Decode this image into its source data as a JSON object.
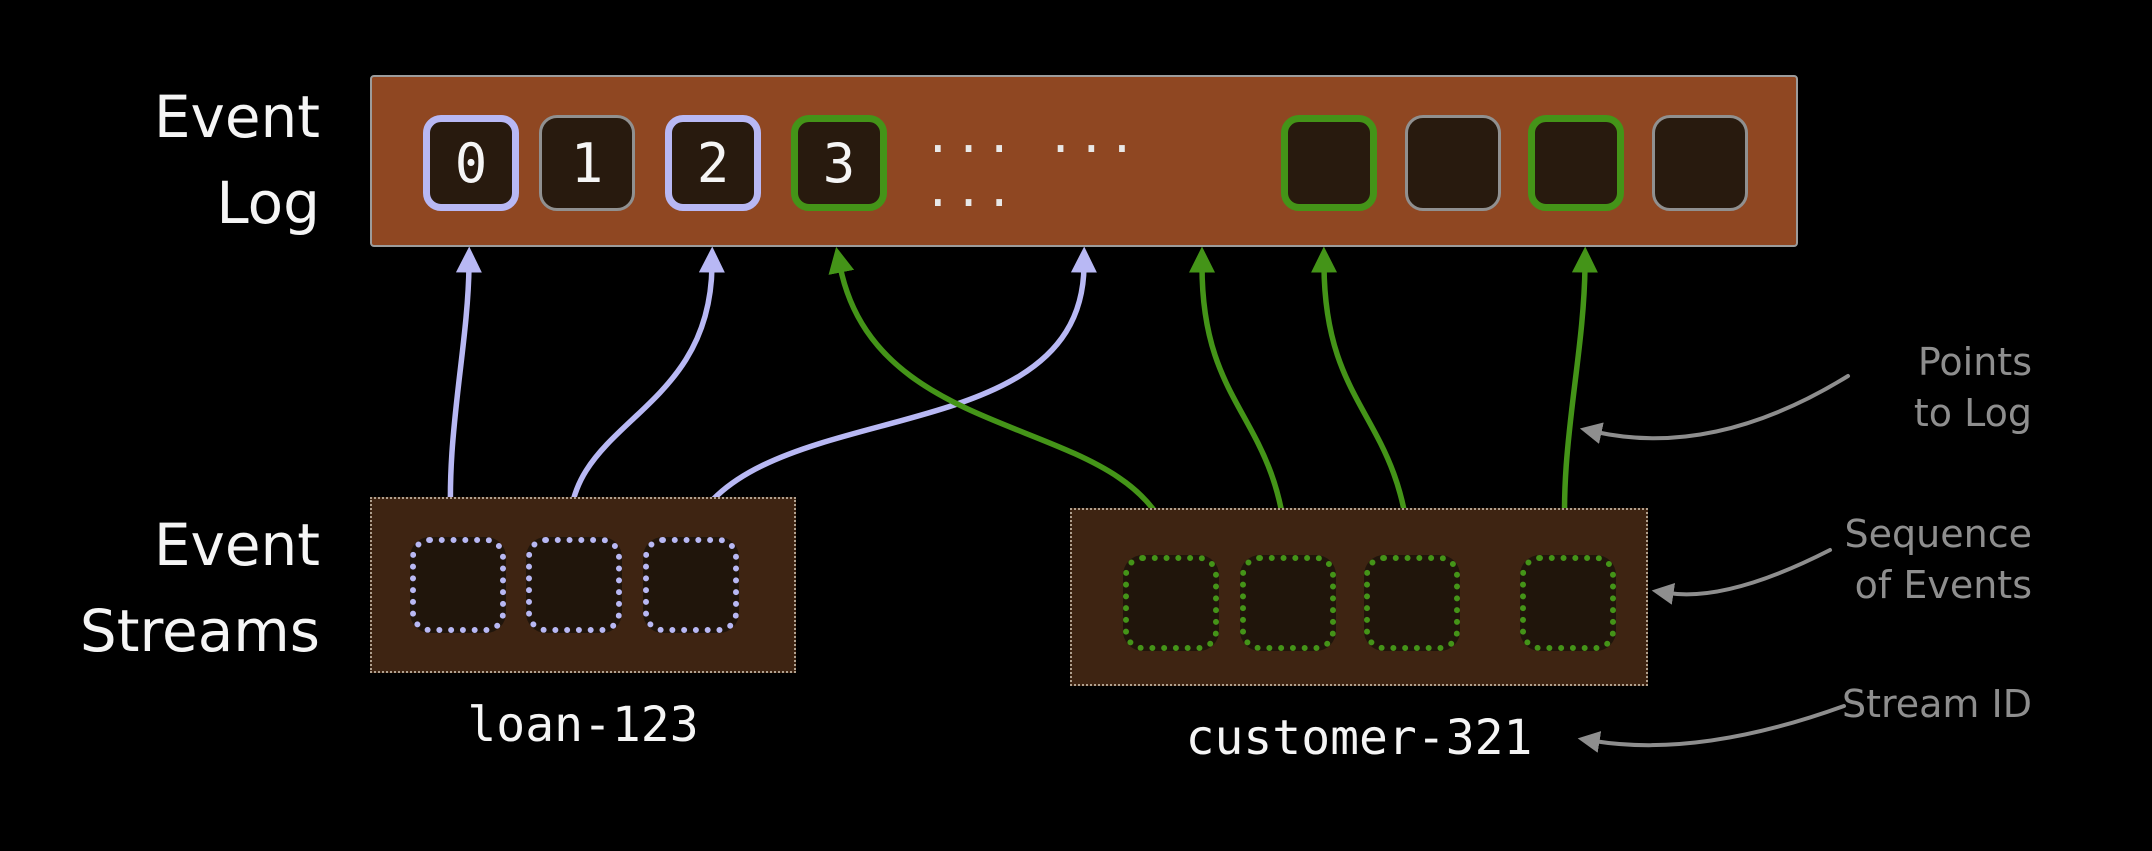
{
  "labels": {
    "event_log": {
      "line1": "Event",
      "line2": "Log"
    },
    "event_streams": {
      "line1": "Event",
      "line2": "Streams"
    }
  },
  "log": {
    "cells": [
      {
        "label": "0",
        "border": "purple"
      },
      {
        "label": "1",
        "border": "gray"
      },
      {
        "label": "2",
        "border": "purple"
      },
      {
        "label": "3",
        "border": "green"
      },
      {
        "label": "",
        "border": "green"
      },
      {
        "label": "",
        "border": "gray"
      },
      {
        "label": "",
        "border": "green"
      },
      {
        "label": "",
        "border": "gray"
      }
    ],
    "ellipsis": "... ... ..."
  },
  "streams": [
    {
      "id": "loan-123",
      "color": "purple",
      "event_count": 3
    },
    {
      "id": "customer-321",
      "color": "green",
      "event_count": 4
    }
  ],
  "annotations": {
    "points_to_log": {
      "line1": "Points",
      "line2": "to Log"
    },
    "sequence_of_events": {
      "line1": "Sequence",
      "line2": "of Events"
    },
    "stream_id": "Stream ID"
  },
  "colors": {
    "background": "#000000",
    "log_bar": "#8f4722",
    "stream_box": "#3e2412",
    "cell_fill": "#281a0e",
    "purple": "#b8b8f4",
    "green": "#449418",
    "gray_border": "#909090",
    "text": "#f5f5f5",
    "annotation": "#8e8e8e"
  }
}
